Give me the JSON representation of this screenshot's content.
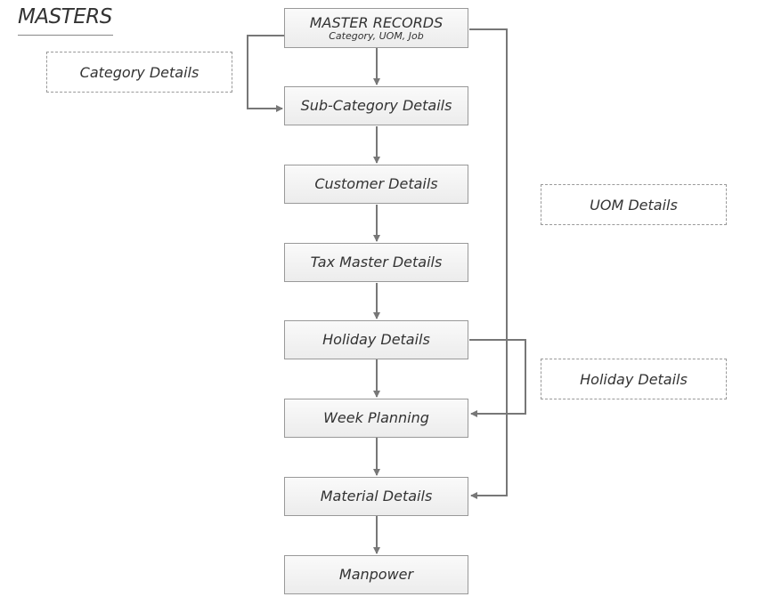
{
  "title": "MASTERS",
  "flow": [
    {
      "label": "MASTER RECORDS",
      "sub": "Category, UOM, Job"
    },
    {
      "label": "Sub-Category Details"
    },
    {
      "label": "Customer Details"
    },
    {
      "label": "Tax Master Details"
    },
    {
      "label": "Holiday Details"
    },
    {
      "label": "Week Planning"
    },
    {
      "label": "Material Details"
    },
    {
      "label": "Manpower"
    }
  ],
  "side_notes": {
    "category": "Category Details",
    "uom": "UOM Details",
    "holiday": "Holiday Details"
  }
}
